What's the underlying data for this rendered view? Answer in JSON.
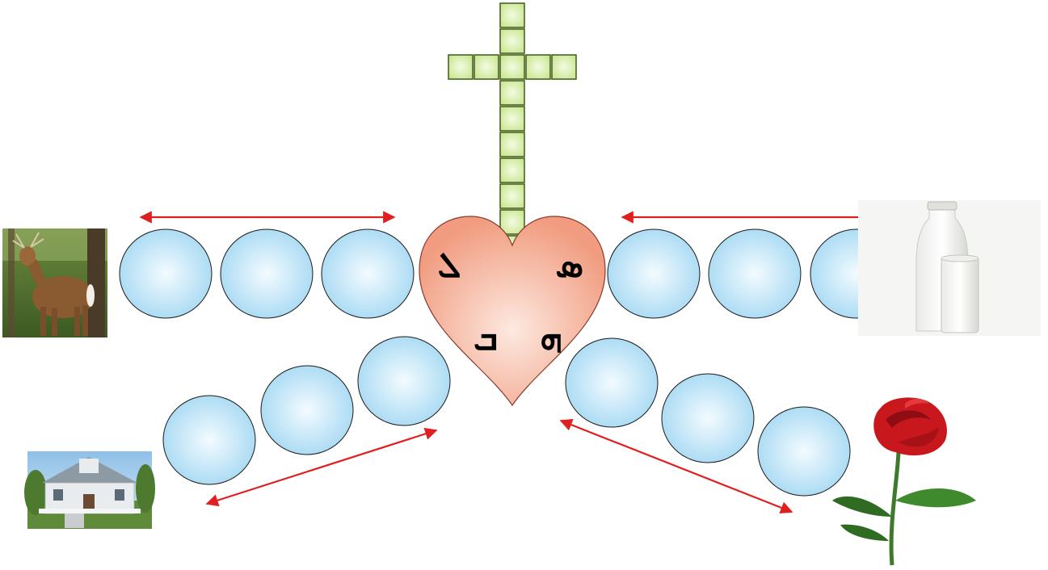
{
  "puzzle": {
    "heart_letters": [
      "ܠ",
      "ܣ",
      "ܒ",
      "ܗ"
    ],
    "cross": {
      "vertical_cells": 11,
      "horizontal_cells": 5
    },
    "letter_circles": {
      "left_row": 3,
      "right_row": 3,
      "lower_left_row": 3,
      "lower_right_row": 3
    },
    "pictures": [
      {
        "id": "deer",
        "icon": "deer-picture"
      },
      {
        "id": "milk",
        "icon": "milk-bottle-and-glass-picture"
      },
      {
        "id": "house",
        "icon": "house-picture"
      },
      {
        "id": "rose",
        "icon": "red-rose-picture"
      }
    ]
  },
  "colors": {
    "cross_cell": "#d9f0a3",
    "cross_cell_center": "#f4fbe4",
    "cross_border": "#3f5a1c",
    "circle_fill": "#a6d9f3",
    "circle_center": "#f3fbff",
    "circle_border": "#1a1a1a",
    "heart_fill": "#f3a58c",
    "heart_center": "#fde9e0",
    "heart_border": "#8a3a2a",
    "arrow": "#e02020"
  }
}
